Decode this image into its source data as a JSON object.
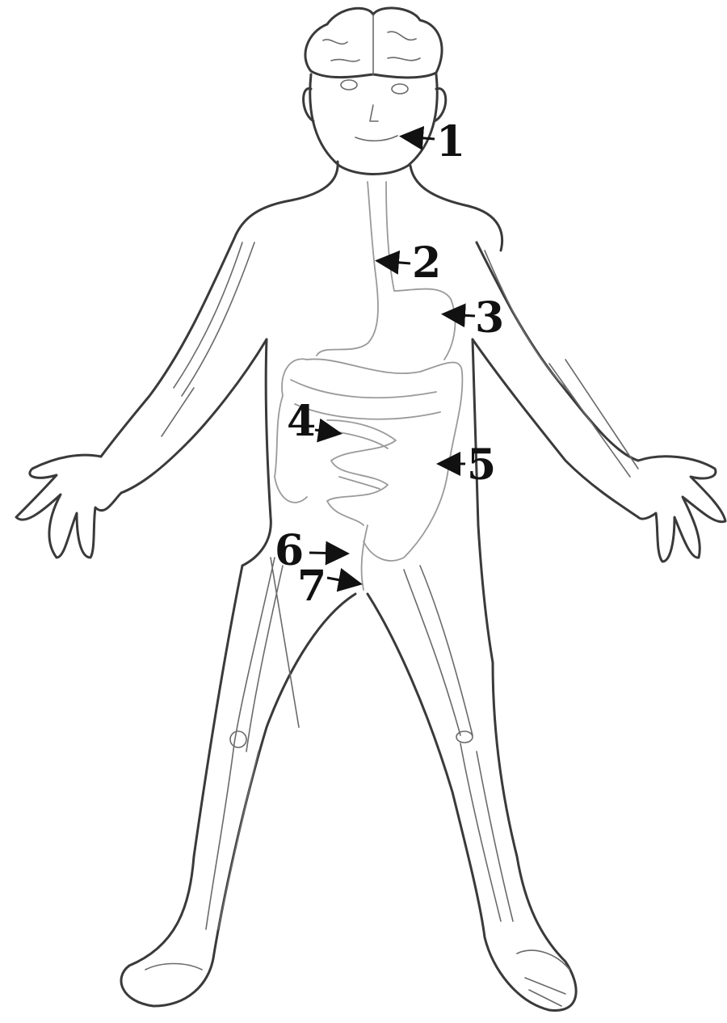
{
  "labels": [
    {
      "id": "label-1",
      "text": "1"
    },
    {
      "id": "label-2",
      "text": "2"
    },
    {
      "id": "label-3",
      "text": "3"
    },
    {
      "id": "label-4",
      "text": "4"
    },
    {
      "id": "label-5",
      "text": "5"
    },
    {
      "id": "label-6",
      "text": "6"
    },
    {
      "id": "label-7",
      "text": "7"
    }
  ],
  "colors": {
    "line": "#3a3a3a",
    "organ": "#9a9a9a",
    "label": "#111111"
  }
}
